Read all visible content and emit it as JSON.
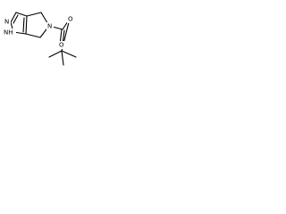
{
  "molecule": {
    "atoms": {
      "n_ring_a": "N",
      "nh": "NH",
      "n_ring_b": "N",
      "o_ether": "O",
      "o_carbonyl": "O"
    }
  }
}
